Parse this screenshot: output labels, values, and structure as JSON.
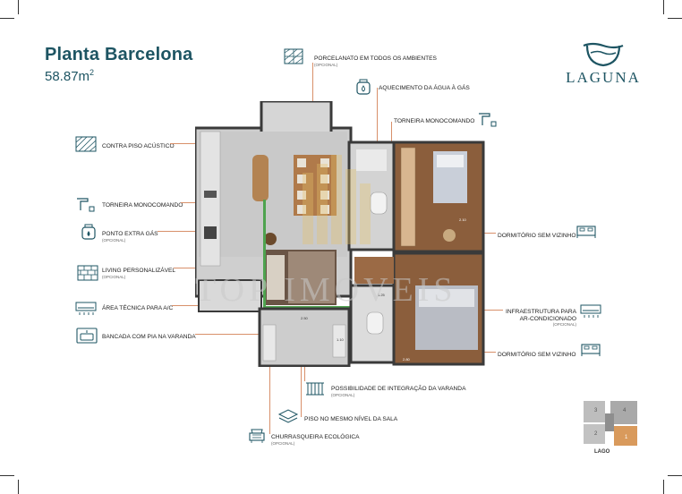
{
  "title": "Planta Barcelona",
  "area": "58.87m",
  "area_unit_sup": "2",
  "logo_text": "LAGUNA",
  "watermark": "TOP IMOVEIS",
  "features_left": [
    {
      "label": "CONTRA PISO ACÚSTICO",
      "sub": ""
    },
    {
      "label": "TORNEIRA MONOCOMANDO",
      "sub": ""
    },
    {
      "label": "PONTO EXTRA GÁS",
      "sub": "(OPCIONAL)"
    },
    {
      "label": "LIVING PERSONALIZÁVEL",
      "sub": "(OPCIONAL)"
    },
    {
      "label": "ÁREA TÉCNICA PARA A/C",
      "sub": ""
    },
    {
      "label": "BANCADA COM PIA NA VARANDA",
      "sub": ""
    }
  ],
  "features_top": [
    {
      "label": "PORCELANATO EM TODOS OS AMBIENTES",
      "sub": "(OPCIONAL)"
    },
    {
      "label": "AQUECIMENTO DA ÁGUA À GÁS",
      "sub": ""
    },
    {
      "label": "TORNEIRA MONOCOMANDO",
      "sub": ""
    }
  ],
  "features_right": [
    {
      "label": "DORMITÓRIO SEM VIZINHO",
      "sub": ""
    },
    {
      "label": "INFRAESTRUTURA PARA",
      "label2": "AR-CONDICIONADO",
      "sub": "(OPCIONAL)"
    },
    {
      "label": "DORMITÓRIO SEM VIZINHO",
      "sub": ""
    }
  ],
  "features_bottom": [
    {
      "label": "POSSIBILIDADE DE INTEGRAÇÃO DA VARANDA",
      "sub": "(OPCIONAL)"
    },
    {
      "label": "PISO NO MESMO NÍVEL DA SALA",
      "sub": ""
    },
    {
      "label": "CHURRASQUEIRA ECOLÓGICA",
      "sub": "(OPCIONAL)"
    }
  ],
  "room_dims": [
    "2.10",
    "2.50",
    "2.80",
    "1.25",
    "1.10"
  ],
  "keyplan": {
    "units": [
      "3",
      "4",
      "2",
      "1"
    ],
    "label": "LAGO"
  },
  "colors": {
    "brand": "#1e5563",
    "accent": "#d8906a",
    "highlight": "#d99a5c"
  }
}
